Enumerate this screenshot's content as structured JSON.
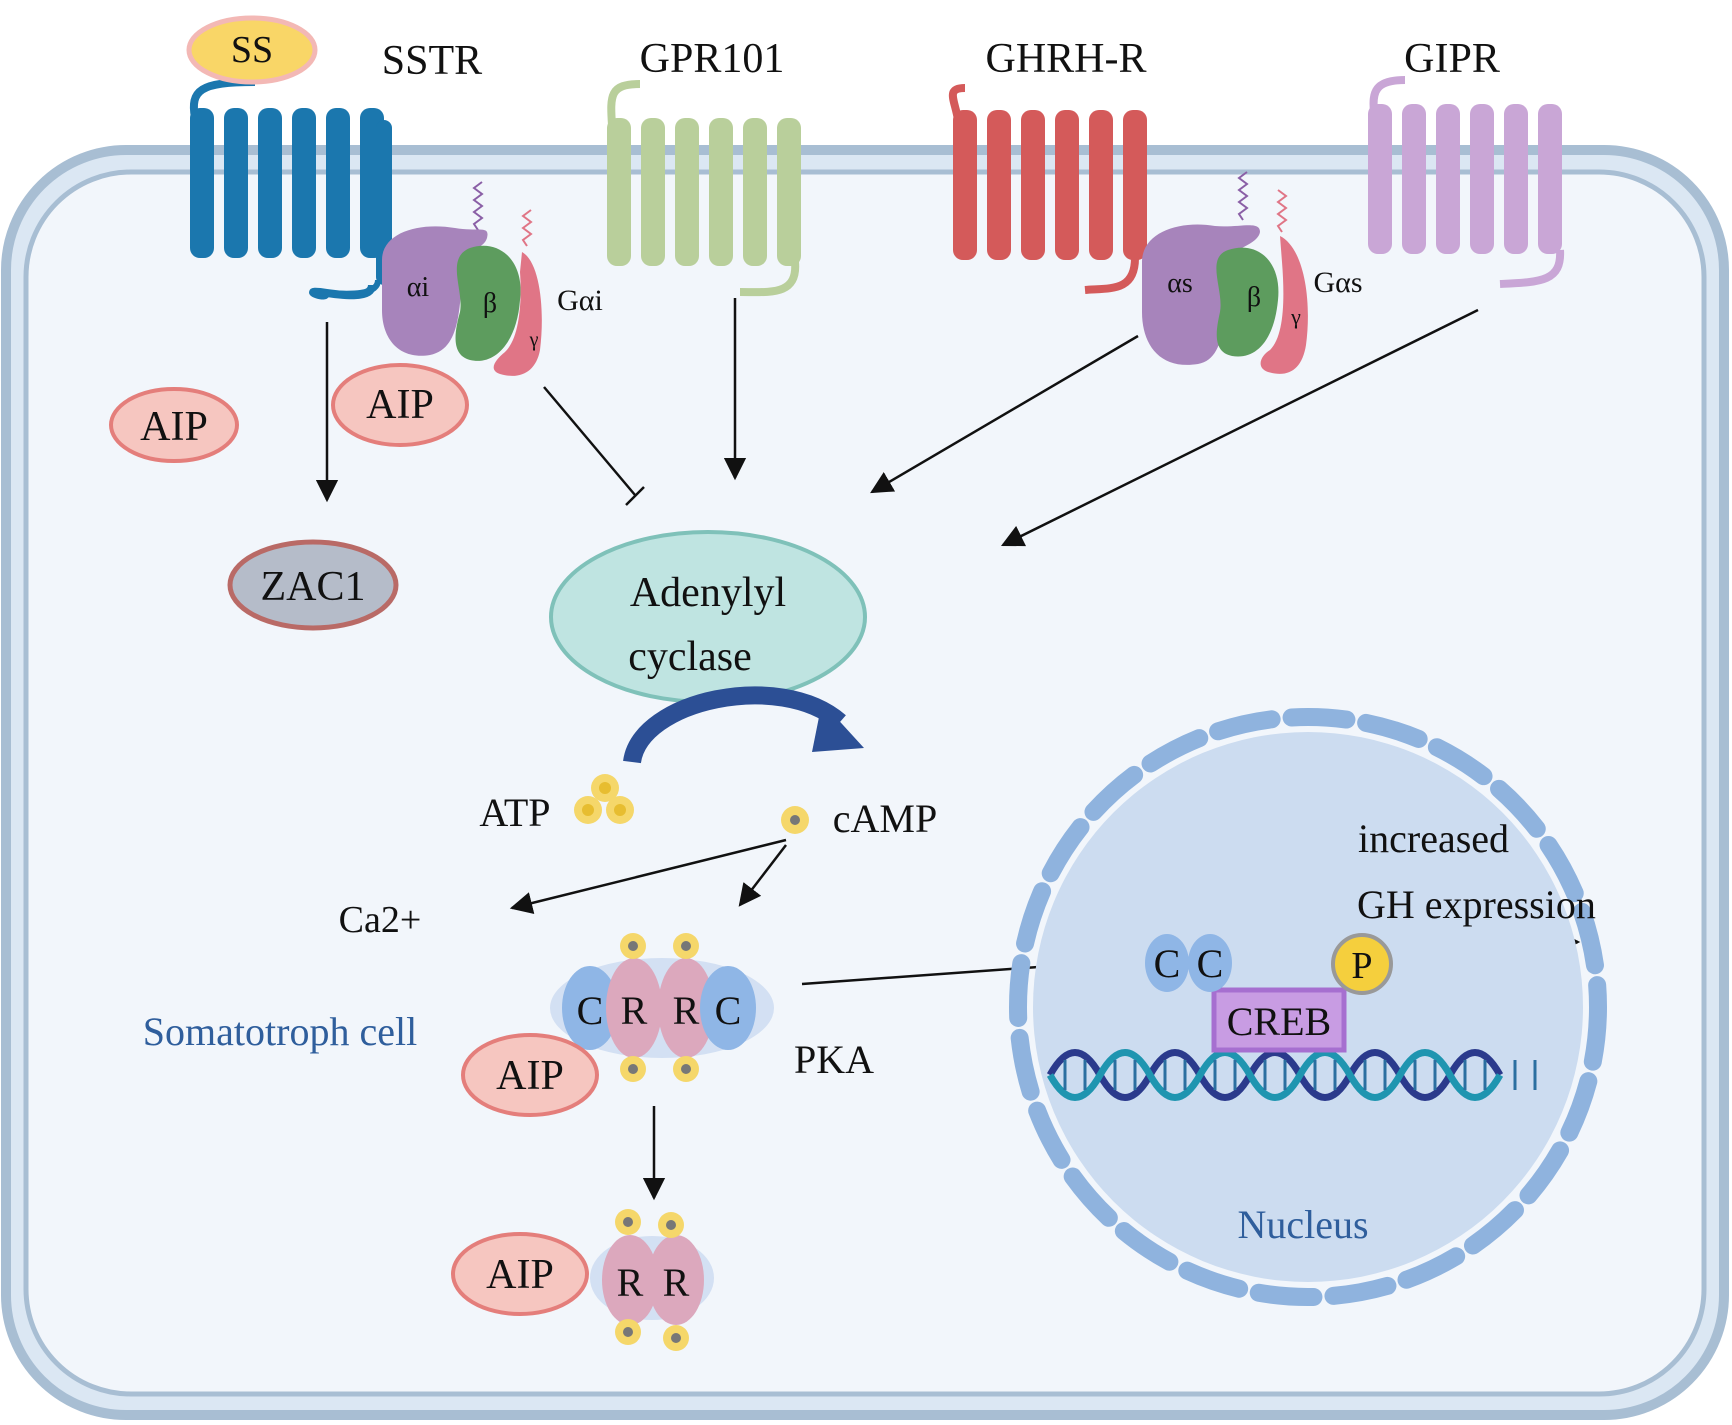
{
  "receptors": {
    "ss": "SS",
    "sstr": "SSTR",
    "gpr101": "GPR101",
    "ghrhr": "GHRH-R",
    "gipr": "GIPR"
  },
  "gproteins": {
    "alpha_i": "αi",
    "beta_1": "β",
    "gamma_1": "γ",
    "g_alpha_i": "Gαi",
    "alpha_s": "αs",
    "beta_2": "β",
    "gamma_2": "γ",
    "g_alpha_s": "Gαs"
  },
  "proteins": {
    "aip_1": "AIP",
    "aip_2": "AIP",
    "aip_3": "AIP",
    "aip_4": "AIP",
    "zac1": "ZAC1",
    "adenylyl_line1": "Adenylyl",
    "adenylyl_line2": "cyclase"
  },
  "molecules": {
    "atp": "ATP",
    "camp": "cAMP",
    "ca2": "Ca2+",
    "pka": "PKA"
  },
  "pka_subunits": {
    "c1": "C",
    "r1": "R",
    "r2": "R",
    "c2": "C",
    "r3": "R",
    "r4": "R"
  },
  "nucleus": {
    "label": "Nucleus",
    "c1": "C",
    "c2": "C",
    "p": "P",
    "creb": "CREB",
    "expr_line1": "increased",
    "expr_line2": "GH expression"
  },
  "cell": {
    "label": "Somatotroph cell"
  },
  "colors": {
    "sstr": "#1b77ae",
    "gpr101": "#b9cf9b",
    "ghrhr": "#d45a5a",
    "gipr": "#c9a6d6",
    "alpha": "#a784bb",
    "beta": "#5d9c5e",
    "gamma": "#e07586",
    "aip": "#f6c6c0",
    "zac1": "#b5bcc9",
    "adenylyl": "#bfe4e1",
    "nucleus": "#ccdcf0",
    "creb": "#c89ce3",
    "camp": "#f5d76a"
  }
}
